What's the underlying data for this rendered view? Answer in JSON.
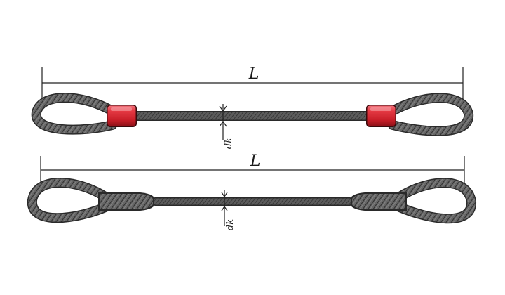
{
  "diagram": {
    "top_sling": {
      "length_label": "L",
      "diameter_label": "dk",
      "ferrule_color": "#d8232a",
      "ferrule_type": "pressed-ferrule"
    },
    "bottom_sling": {
      "length_label": "L",
      "diameter_label": "dk",
      "splice_type": "hand-spliced"
    },
    "rope_color": "#5e5e5e",
    "rope_outline_color": "#2a2a2a"
  }
}
